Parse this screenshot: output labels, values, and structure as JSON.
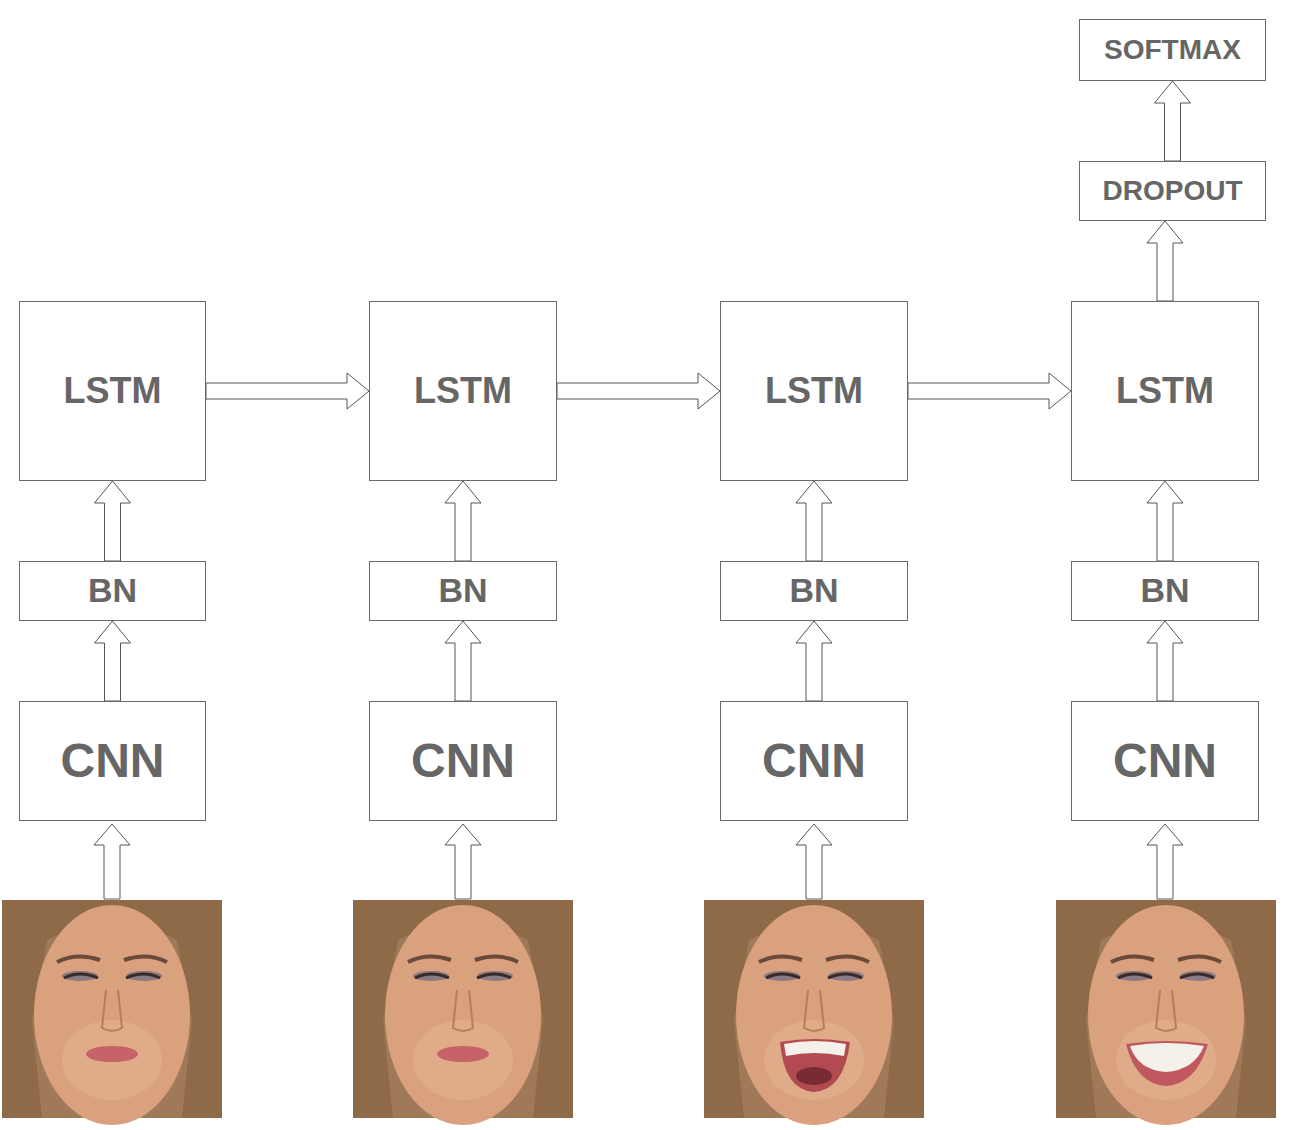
{
  "diagram": {
    "nodes": [
      {
        "text": [
          "SOFTMAX"
        ]
      },
      {
        "text": [
          "DROPOUT"
        ]
      },
      {
        "text": [
          "LSTM"
        ]
      },
      {
        "text": [
          "LSTM"
        ]
      },
      {
        "text": [
          "LSTM"
        ]
      },
      {
        "text": [
          "LSTM"
        ]
      },
      {
        "text": [
          "BN"
        ]
      },
      {
        "text": [
          "BN"
        ]
      },
      {
        "text": [
          "BN"
        ]
      },
      {
        "text": [
          "BN"
        ]
      },
      {
        "text": [
          "CNN"
        ]
      },
      {
        "text": [
          "CNN"
        ]
      },
      {
        "text": [
          "CNN"
        ]
      },
      {
        "text": [
          "CNN"
        ]
      }
    ],
    "edges": [
      {
        "from": 10,
        "to": 6,
        "arrow": "to"
      },
      {
        "from": 11,
        "to": 7,
        "arrow": "to"
      },
      {
        "from": 12,
        "to": 8,
        "arrow": "to"
      },
      {
        "from": 13,
        "to": 9,
        "arrow": "to"
      },
      {
        "from": 6,
        "to": 2,
        "arrow": "to"
      },
      {
        "from": 7,
        "to": 3,
        "arrow": "to"
      },
      {
        "from": 8,
        "to": 4,
        "arrow": "to"
      },
      {
        "from": 9,
        "to": 5,
        "arrow": "to"
      },
      {
        "from": 2,
        "to": 3,
        "arrow": "to"
      },
      {
        "from": 3,
        "to": 4,
        "arrow": "to"
      },
      {
        "from": 4,
        "to": 5,
        "arrow": "to"
      },
      {
        "from": 5,
        "to": 1,
        "arrow": "to"
      },
      {
        "from": 1,
        "to": 0,
        "arrow": "to"
      }
    ]
  }
}
